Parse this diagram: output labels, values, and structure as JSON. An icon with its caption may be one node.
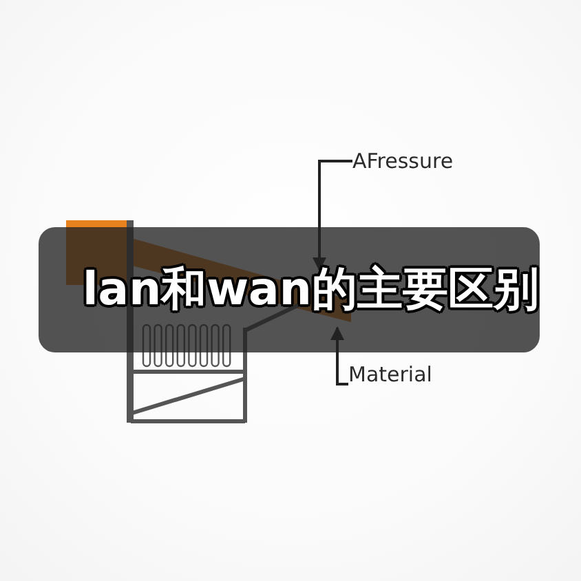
{
  "diagram": {
    "title": "lan和wan的主要区别",
    "nodes": [
      {
        "text": [
          "AFressure"
        ]
      },
      {
        "text": [
          "Material"
        ]
      }
    ],
    "edges": [
      {
        "from": 0,
        "to": null,
        "arrow": "to"
      },
      {
        "from": 1,
        "to": null,
        "arrow": "to"
      }
    ]
  }
}
